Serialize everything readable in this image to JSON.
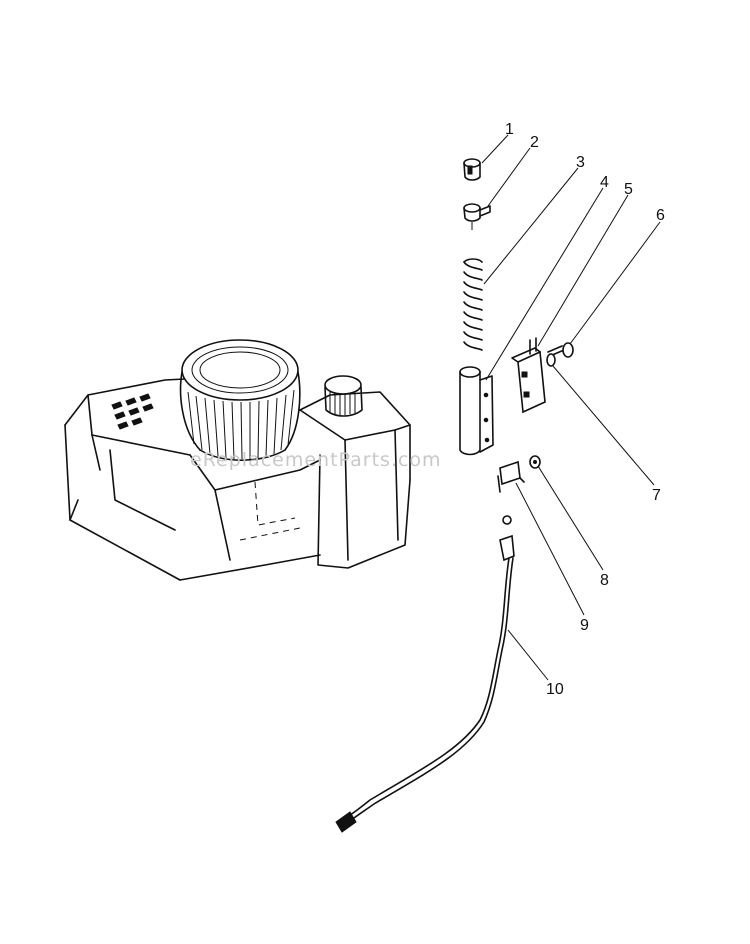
{
  "watermark": "eReplacementParts.com",
  "callouts": [
    "1",
    "2",
    "3",
    "4",
    "5",
    "6",
    "7",
    "8",
    "9",
    "10"
  ]
}
